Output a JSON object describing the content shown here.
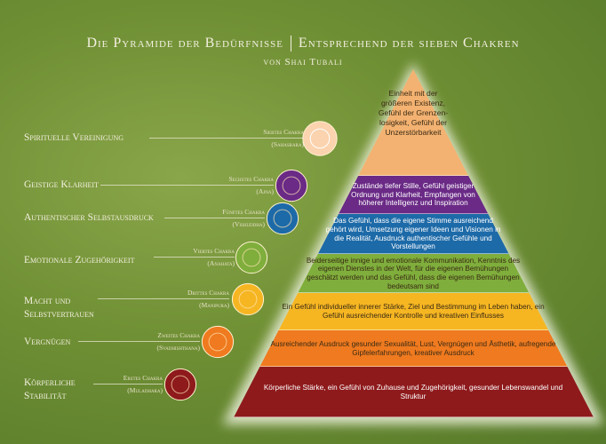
{
  "header": {
    "title_left": "Die Pyramide der Bedürfnisse",
    "title_right": "Entsprechend der sieben Chakren",
    "author": "von Shai Tubali"
  },
  "levels": [
    {
      "need": "Spirituelle Vereinigung",
      "chakra": "Siebtes Chakra",
      "sanskrit": "(Sahasrara)",
      "text": "Einheit mit der größeren Existenz, Gefühl der Grenzen-losigkeit, Gefühl der Unzerstörbarkeit",
      "color": "#f3b271"
    },
    {
      "need": "Geistige Klarheit",
      "chakra": "Sechstes Chakra",
      "sanskrit": "(Ajna)",
      "text": "Zustände tiefer Stille, Gefühl geistiger Ordnung und Klarheit, Empfangen von höherer Intelligenz und Inspiration",
      "color": "#6a2a86"
    },
    {
      "need": "Authentischer Selbstausdruck",
      "chakra": "Fünftes Chakra",
      "sanskrit": "(Vishuddha)",
      "text": "Das Gefühl, dass die eigene Stimme ausreichend gehört wird, Umsetzung eigener Ideen und Visionen in die Realität, Ausdruck authentischer Gefühle und Vorstellungen",
      "color": "#1d6aa8"
    },
    {
      "need": "Emotionale Zugehörigkeit",
      "chakra": "Viertes Chakra",
      "sanskrit": "(Anahata)",
      "text": "Beiderseitige innige und emotionale Kommunikation, Kenntnis des eigenen Dienstes in der Welt, für die eigenen Bemühungen geschätzt werden und das Gefühl, dass die eigenen Bemühungen bedeutsam sind",
      "color": "#7fae3c"
    },
    {
      "need": "Macht und Selbstvertrauen",
      "chakra": "Drittes Chakra",
      "sanskrit": "(Manipura)",
      "text": "Ein Gefühl individueller innerer Stärke, Ziel und Bestimmung im Leben haben, ein Gefühl ausreichender Kontrolle und kreativen Einflusses",
      "color": "#f6b622"
    },
    {
      "need": "Vergnügen",
      "chakra": "Zweites Chakra",
      "sanskrit": "(Svadhishthana)",
      "text": "Ausreichender Ausdruck gesunder Sexualität, Lust, Vergnügen und Ästhetik, aufregende Gipfelerfahrungen, kreativer Ausdruck",
      "color": "#ef7a1f"
    },
    {
      "need": "Körperliche Stabilität",
      "chakra": "Erstes Chakra",
      "sanskrit": "(Muladhara)",
      "text": "Körperliche Stärke, ein Gefühl von Zuhause und Zugehörigkeit, gesunder Lebenswandel und Struktur",
      "color": "#8e1a1c"
    }
  ]
}
